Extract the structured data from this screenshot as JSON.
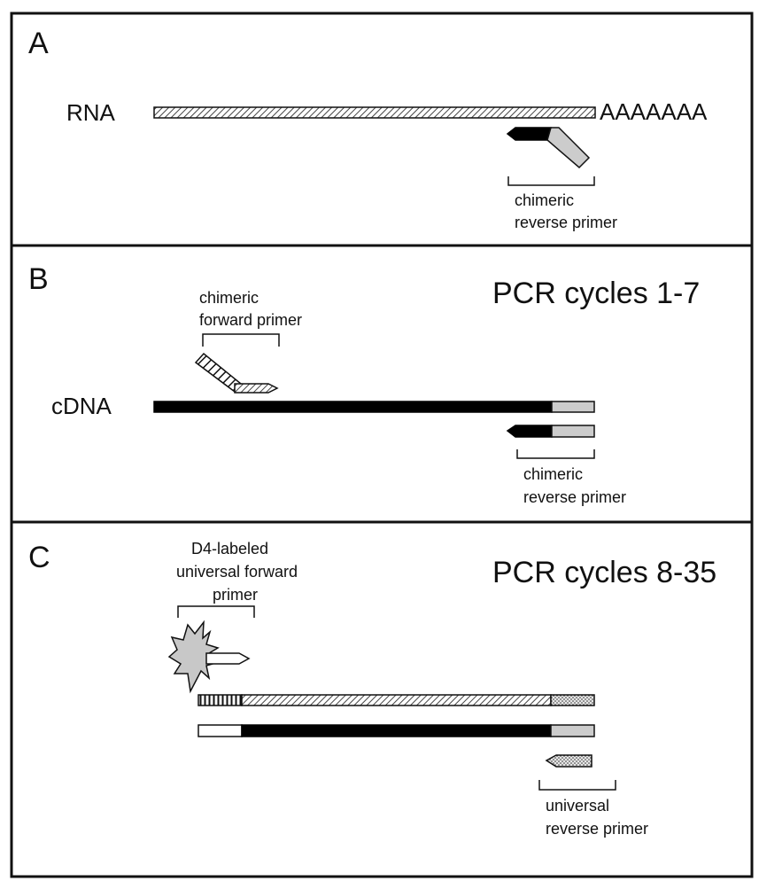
{
  "panels": {
    "a": {
      "letter": "A",
      "rna_label": "RNA",
      "polya_tail": "AAAAAAA",
      "reverse_primer_label": [
        "chimeric",
        "reverse primer"
      ]
    },
    "b": {
      "letter": "B",
      "title": "PCR cycles 1-7",
      "forward_primer_label": [
        "chimeric",
        "forward primer"
      ],
      "cdna_label": "cDNA",
      "reverse_primer_label": [
        "chimeric",
        "reverse primer"
      ]
    },
    "c": {
      "letter": "C",
      "title": "PCR cycles 8-35",
      "forward_primer_label": [
        "D4-labeled",
        "universal forward",
        "primer"
      ],
      "reverse_primer_label": [
        "universal",
        "reverse primer"
      ]
    }
  },
  "colors": {
    "strand_black": "#000000",
    "gray_fill": "#cccccc",
    "dye_fill": "#c8c8c8",
    "border": "#111111"
  }
}
